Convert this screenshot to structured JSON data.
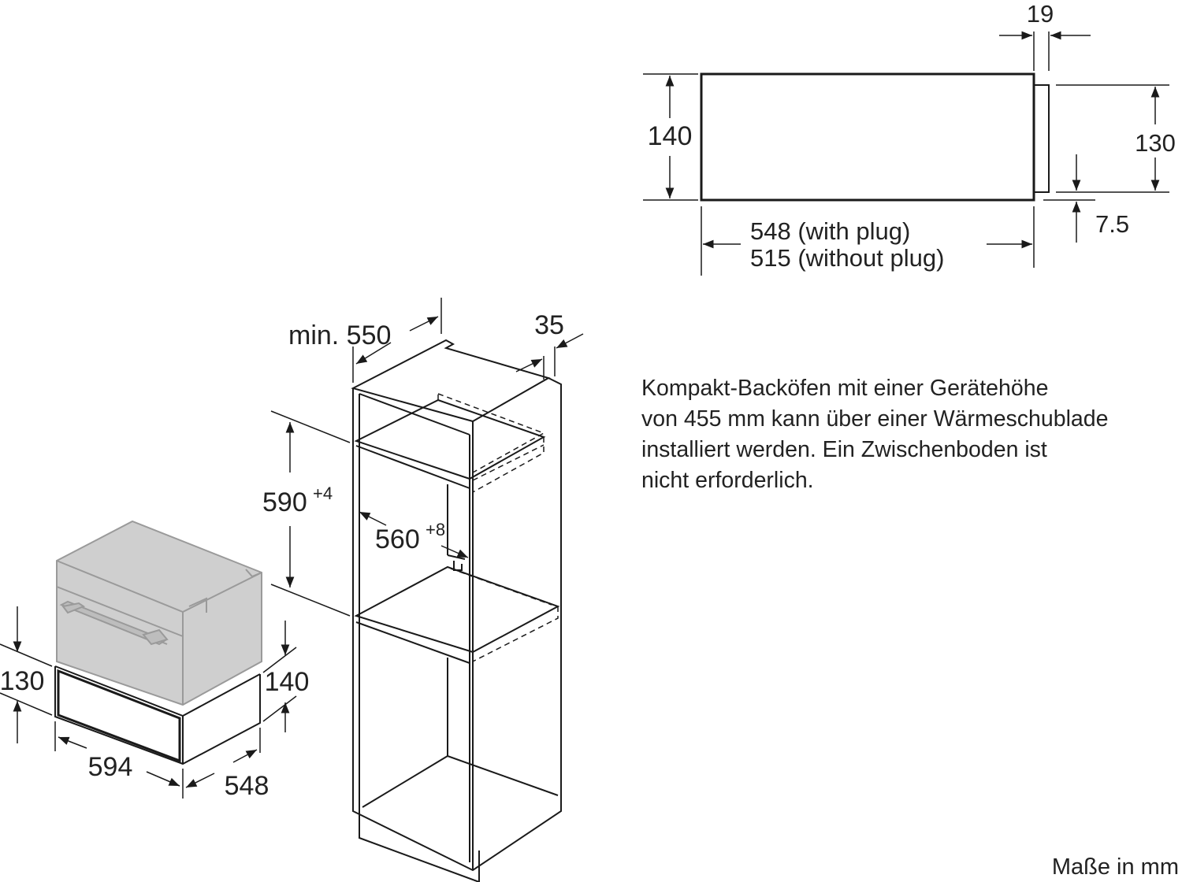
{
  "front_view": {
    "height_left": "140",
    "height_right": "130",
    "plug_offset": "19",
    "bottom_offset": "7.5",
    "width_with_plug": "548 (with plug)",
    "width_without_plug": "515 (without plug)"
  },
  "cabinet": {
    "depth": "min. 550",
    "side_offset": "35",
    "niche_height": "590",
    "niche_height_tol": "+4",
    "niche_width": "560",
    "niche_width_tol": "+8"
  },
  "drawer": {
    "front_height": "130",
    "total_height": "140",
    "width": "594",
    "depth": "548"
  },
  "note": {
    "lines": [
      "Kompakt-Backöfen mit einer Gerätehöhe",
      "von 455 mm kann über einer Wärmeschublade",
      "installiert werden. Ein Zwischenboden ist",
      "nicht erforderlich."
    ]
  },
  "units_label": "Maße in mm"
}
